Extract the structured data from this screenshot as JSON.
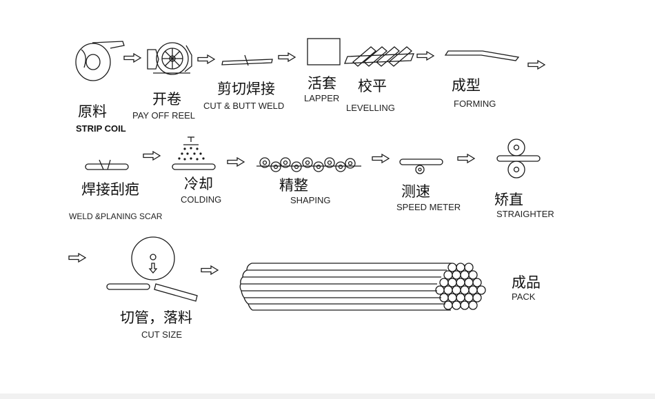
{
  "steps": {
    "strip_coil": {
      "zh": "原料",
      "en": "STRIP COIL"
    },
    "pay_off_reel": {
      "zh": "开卷",
      "en": "PAY OFF REEL"
    },
    "cut_butt_weld": {
      "zh": "剪切焊接",
      "en": "CUT & BUTT WELD"
    },
    "lapper": {
      "zh": "活套",
      "en": "LAPPER"
    },
    "levelling": {
      "zh": "校平",
      "en": "LEVELLING"
    },
    "forming": {
      "zh": "成型",
      "en": "FORMING"
    },
    "weld_scar": {
      "zh": "焊接刮疤",
      "en": "WELD &PLANING SCAR"
    },
    "colding": {
      "zh": "冷却",
      "en": "COLDING"
    },
    "shaping": {
      "zh": "精整",
      "en": "SHAPING"
    },
    "speed_meter": {
      "zh": "测速",
      "en": "SPEED METER"
    },
    "straighter": {
      "zh": "矫直",
      "en": "STRAIGHTER"
    },
    "cut_size": {
      "zh": "切管，落料",
      "en": "CUT SIZE"
    },
    "pack": {
      "zh": "成品",
      "en": "PACK"
    }
  },
  "colors": {
    "line": "#1a1a1a",
    "background": "#ffffff"
  }
}
